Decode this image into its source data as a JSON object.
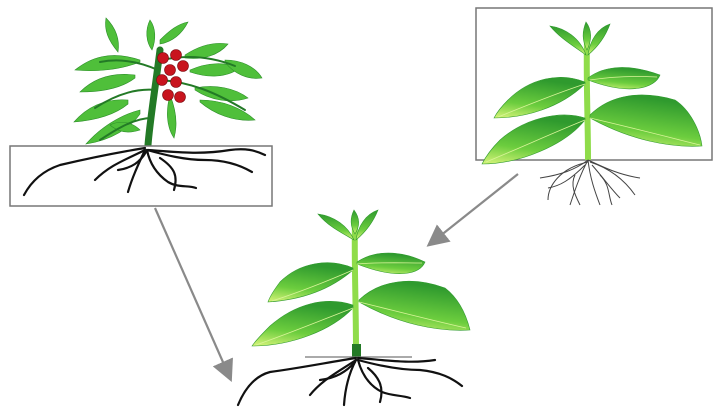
{
  "colors": {
    "background": "#ffffff",
    "leaf_light": "#c9f06a",
    "leaf_mid": "#5cc63a",
    "leaf_dark": "#2f9a2e",
    "stem": "#8fdc4a",
    "tomato_stem": "#237a26",
    "tomato_fruit": "#c8141e",
    "root_dark": "#111111",
    "root_thin": "#444444",
    "frame": "#777777",
    "arrow": "#8a8a8a"
  },
  "panels": [
    {
      "name": "tomato-plant",
      "description_icon": "fruiting-plant-icon"
    },
    {
      "name": "pepper-plant",
      "description_icon": "seedling-icon"
    },
    {
      "name": "grafted-plant",
      "description_icon": "grafted-plant-icon"
    }
  ]
}
